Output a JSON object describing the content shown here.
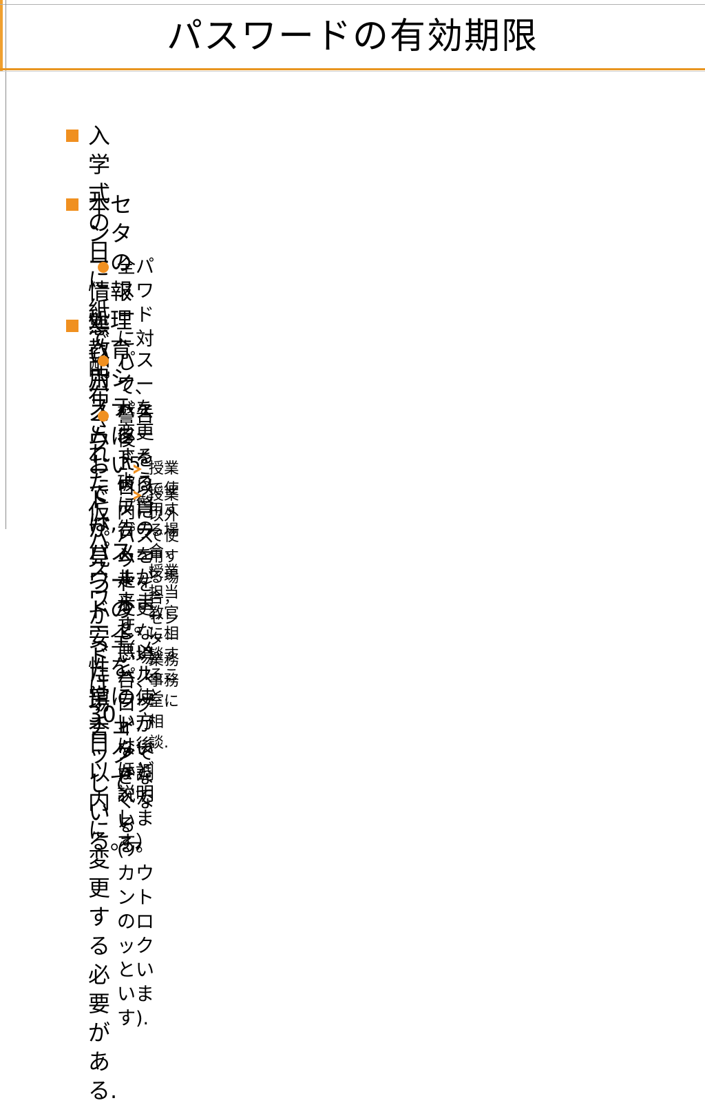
{
  "title": "パスワードの有効期限",
  "accent_color": "#f09020",
  "bullets": [
    {
      "level": 1,
      "marker": "square",
      "text": "入学式の日に紙で配布された仮パスワードは30日\n以内に変更する必要がある."
    },
    {
      "level": 1,
      "marker": "square",
      "text": "本センターの情報処理教育用システムにおいては,\nパスワードの安全性を常にチェックしている。"
    },
    {
      "level": 2,
      "marker": "dot",
      "text": "全パスワードに対して、パスワードを破るプログラムを走\nらせ、悪いパスワードがないか調べている。"
    },
    {
      "level": 1,
      "marker": "square",
      "text": "悪いパスワードが見つかった場合"
    },
    {
      "level": 2,
      "marker": "dot",
      "text": "パスワードを変更するように警告のメールが来ます。\n（メールの使い方は後ほど説明します）"
    },
    {
      "level": 2,
      "marker": "dot",
      "text": "警告後15日以内にパスワードを変更しない場合、ログイ\nンできなくなる(アカウントのロックといいます)."
    },
    {
      "level": 3,
      "marker": "arrow",
      "text": "授業で使用する場合，授業担当教官に相談すること."
    },
    {
      "level": 3,
      "marker": "arrow",
      "text": "授業以外で使用する場合，センター業務事務室に相談."
    }
  ]
}
